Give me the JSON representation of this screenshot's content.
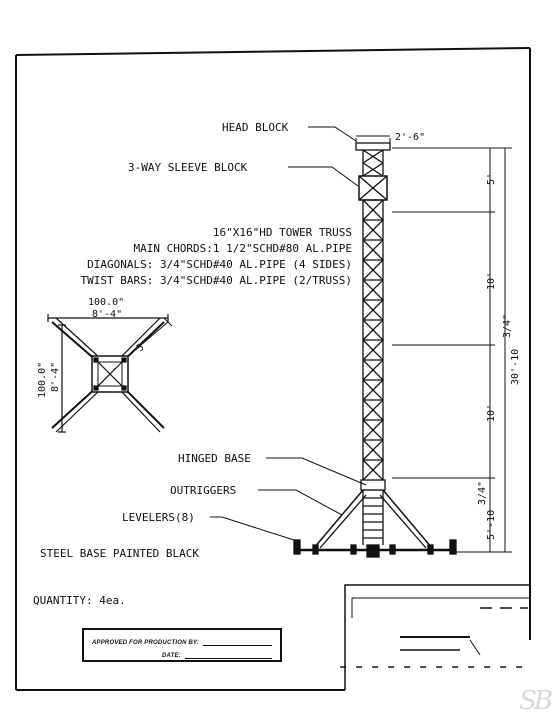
{
  "labels": {
    "head_block": "HEAD BLOCK",
    "sleeve_block": "3-WAY SLEEVE BLOCK",
    "truss_title": "16\"X16\"HD TOWER TRUSS",
    "main_chords": "MAIN CHORDS:1 1/2\"SCHD#80 AL.PIPE",
    "diagonals": "DIAGONALS: 3/4\"SCHD#40 AL.PIPE (4 SIDES)",
    "twist_bars": "TWIST BARS: 3/4\"SCHD#40 AL.PIPE (2/TRUSS)",
    "hinged_base": "HINGED BASE",
    "outriggers": "OUTRIGGERS",
    "levelers": "LEVELERS(8)",
    "steel_base": "STEEL BASE PAINTED BLACK",
    "quantity": "QUANTITY: 4ea."
  },
  "dimensions": {
    "head_width": "2'-6\"",
    "top_section": "5'",
    "section_upper": "10'",
    "section_lower": "10'",
    "bottom_section": "5'-10",
    "bottom_fraction": "3/4\"",
    "overall_height": "30'-10",
    "overall_fraction": "3/4\"",
    "plan_width_decimal": "100.0\"",
    "plan_width_ft": "8'-4\"",
    "plan_height_decimal": "100.0\"",
    "plan_height_ft": "8'-4\"",
    "plan_diag": "5'"
  },
  "approval": {
    "approved_label": "APPROVED FOR PRODUCTION BY:",
    "date_label": "DATE:"
  },
  "watermark": "SB"
}
